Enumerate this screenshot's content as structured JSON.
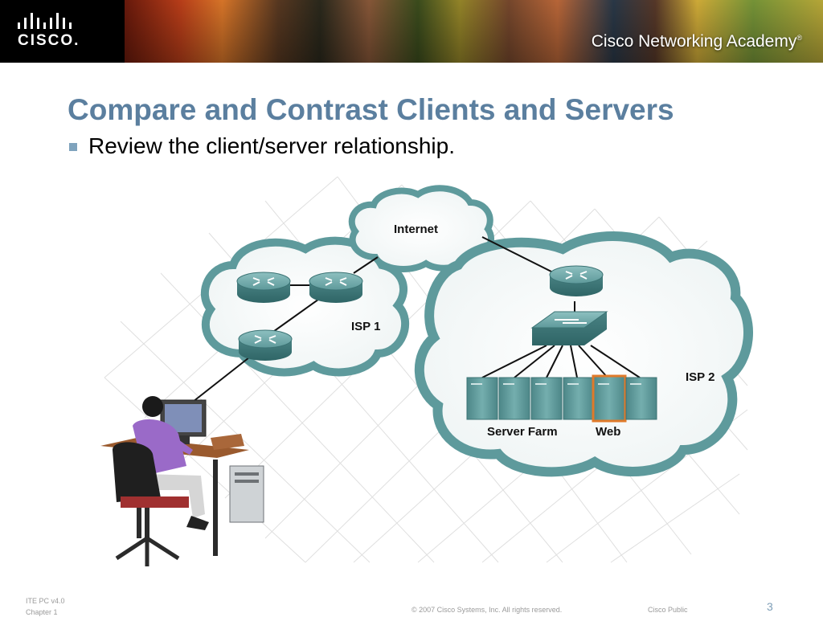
{
  "header": {
    "logo_text": "CISCO.",
    "academy_text": "Cisco Networking Academy",
    "academy_mark": "®"
  },
  "slide": {
    "title": "Compare and Contrast Clients and Servers",
    "bullets": [
      "Review the client/server relationship."
    ]
  },
  "diagram": {
    "labels": {
      "internet": "Internet",
      "isp1": "ISP 1",
      "isp2": "ISP 2",
      "server_farm": "Server Farm",
      "web": "Web"
    }
  },
  "footer": {
    "version": "ITE PC v4.0",
    "chapter": "Chapter 1",
    "copyright": "© 2007 Cisco Systems, Inc. All rights reserved.",
    "classification": "Cisco Public",
    "page": "3"
  },
  "colors": {
    "title": "#5b7f9f",
    "bullet": "#7fa3bd",
    "cloud_stroke": "#5e9a9c",
    "device_teal": "#5f9a9b",
    "web_highlight": "#e07a2a"
  }
}
